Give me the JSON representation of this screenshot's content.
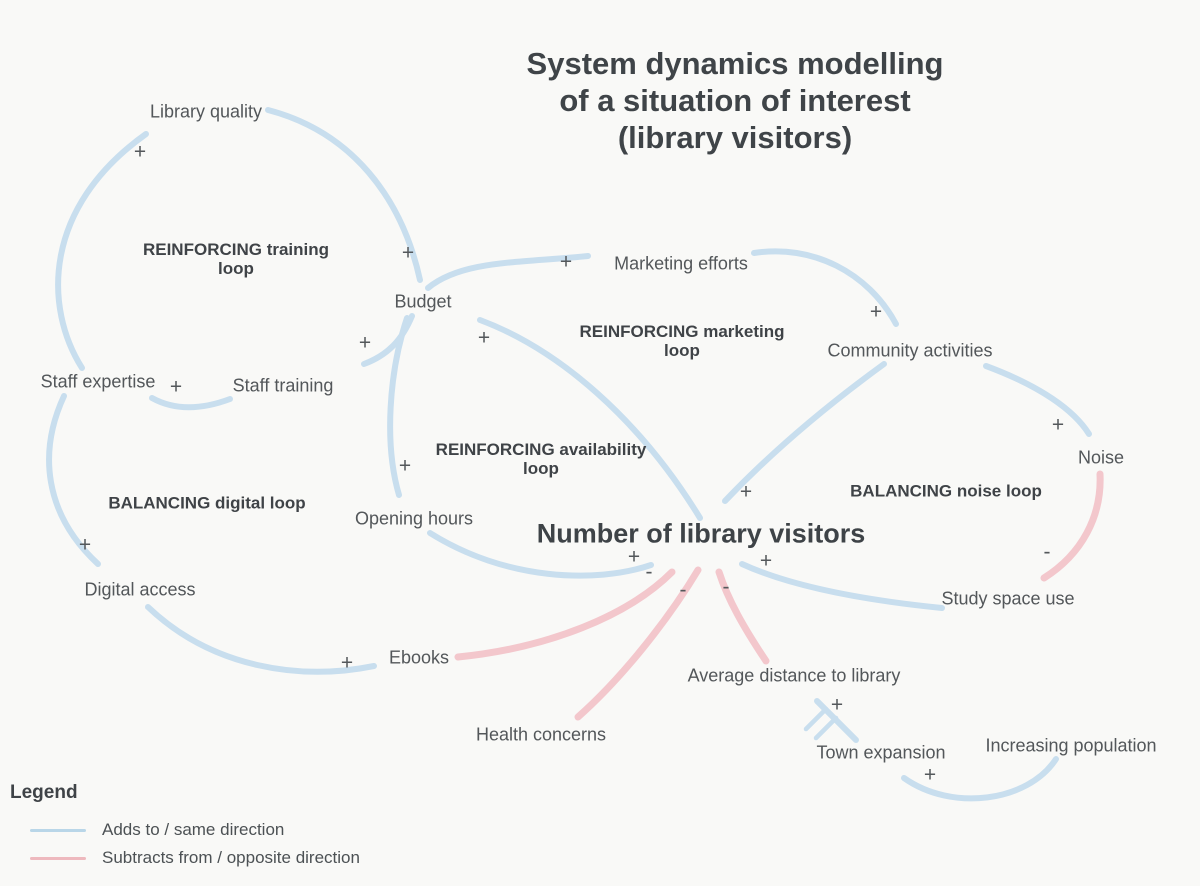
{
  "title": {
    "lines": [
      "System dynamics modelling",
      "of a situation of interest",
      "(library visitors)"
    ]
  },
  "nodes": {
    "library_quality": "Library quality",
    "budget": "Budget",
    "staff_training": "Staff training",
    "staff_expertise": "Staff expertise",
    "digital_access": "Digital access",
    "opening_hours": "Opening hours",
    "marketing_efforts": "Marketing efforts",
    "community_activities": "Community activities",
    "noise": "Noise",
    "study_space_use": "Study space use",
    "number_of_visitors": "Number of library visitors",
    "ebooks": "Ebooks",
    "health_concerns": "Health concerns",
    "average_distance": "Average distance to library",
    "town_expansion": "Town expansion",
    "increasing_population": "Increasing population"
  },
  "loops": {
    "training": "REINFORCING training\nloop",
    "marketing": "REINFORCING marketing\nloop",
    "availability": "REINFORCING availability\nloop",
    "digital": "BALANCING digital loop",
    "noise": "BALANCING noise loop"
  },
  "links": [
    {
      "from": "staff_expertise",
      "to": "library_quality",
      "polarity": "positive",
      "sign": "+"
    },
    {
      "from": "library_quality",
      "to": "budget",
      "polarity": "positive",
      "sign": "+"
    },
    {
      "from": "budget",
      "to": "staff_training",
      "polarity": "positive",
      "sign": "+"
    },
    {
      "from": "staff_training",
      "to": "staff_expertise",
      "polarity": "positive",
      "sign": "+"
    },
    {
      "from": "staff_expertise",
      "to": "digital_access",
      "polarity": "positive",
      "sign": "+"
    },
    {
      "from": "digital_access",
      "to": "ebooks",
      "polarity": "positive",
      "sign": "+"
    },
    {
      "from": "ebooks",
      "to": "number_of_visitors",
      "polarity": "negative",
      "sign": "-"
    },
    {
      "from": "budget",
      "to": "marketing_efforts",
      "polarity": "positive",
      "sign": "+"
    },
    {
      "from": "number_of_visitors",
      "to": "budget",
      "polarity": "positive",
      "sign": "+"
    },
    {
      "from": "marketing_efforts",
      "to": "community_activities",
      "polarity": "positive",
      "sign": "+"
    },
    {
      "from": "community_activities",
      "to": "number_of_visitors",
      "polarity": "positive",
      "sign": "+"
    },
    {
      "from": "community_activities",
      "to": "noise",
      "polarity": "positive",
      "sign": "+"
    },
    {
      "from": "noise",
      "to": "study_space_use",
      "polarity": "negative",
      "sign": "-"
    },
    {
      "from": "study_space_use",
      "to": "number_of_visitors",
      "polarity": "positive",
      "sign": "+"
    },
    {
      "from": "budget",
      "to": "opening_hours",
      "polarity": "positive",
      "sign": "+"
    },
    {
      "from": "opening_hours",
      "to": "number_of_visitors",
      "polarity": "positive",
      "sign": "+"
    },
    {
      "from": "health_concerns",
      "to": "number_of_visitors",
      "polarity": "negative",
      "sign": "-"
    },
    {
      "from": "average_distance",
      "to": "number_of_visitors",
      "polarity": "negative",
      "sign": "-"
    },
    {
      "from": "town_expansion",
      "to": "average_distance",
      "polarity": "positive",
      "sign": "+",
      "delay": true
    },
    {
      "from": "increasing_population",
      "to": "town_expansion",
      "polarity": "positive",
      "sign": "+"
    }
  ],
  "legend": {
    "heading": "Legend",
    "items": [
      {
        "label": "Adds to / same direction",
        "color": "#b9d6e8"
      },
      {
        "label": "Subtracts from / opposite direction",
        "color": "#eeb9be"
      }
    ]
  },
  "colors": {
    "background": "#f9f9f7",
    "arrow_positive": "#c8deee",
    "arrow_negative": "#f3c7cc",
    "node_text": "#53575a",
    "heading_text": "#3f4347"
  }
}
